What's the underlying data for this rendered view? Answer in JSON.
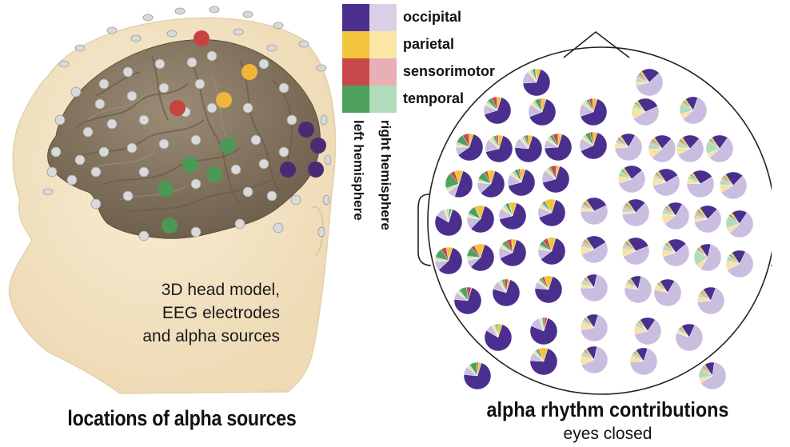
{
  "head_panel": {
    "caption": [
      "3D head model,",
      "EEG electrodes",
      "and alpha sources"
    ],
    "title": "locations of alpha sources"
  },
  "legend": {
    "items": [
      {
        "label": "occipital",
        "left_color": "#4a2f8f",
        "right_color": "#d9d0e8"
      },
      {
        "label": "parietal",
        "left_color": "#f2c43c",
        "right_color": "#fbe7a6"
      },
      {
        "label": "sensorimotor",
        "left_color": "#c94a4a",
        "right_color": "#e8b0b4"
      },
      {
        "label": "temporal",
        "left_color": "#4fa15e",
        "right_color": "#b1dcbb"
      }
    ],
    "left_hemisphere": "left hemisphere",
    "right_hemisphere": "right hemisphere"
  },
  "topo_panel": {
    "title": "alpha rhythm contributions",
    "subtitle": "eyes closed"
  },
  "colors": {
    "head_fill": "#f5e6c8",
    "brain_fill": "#8a7b66",
    "electrode": "#d6d6d6",
    "outline": "#222222"
  }
}
